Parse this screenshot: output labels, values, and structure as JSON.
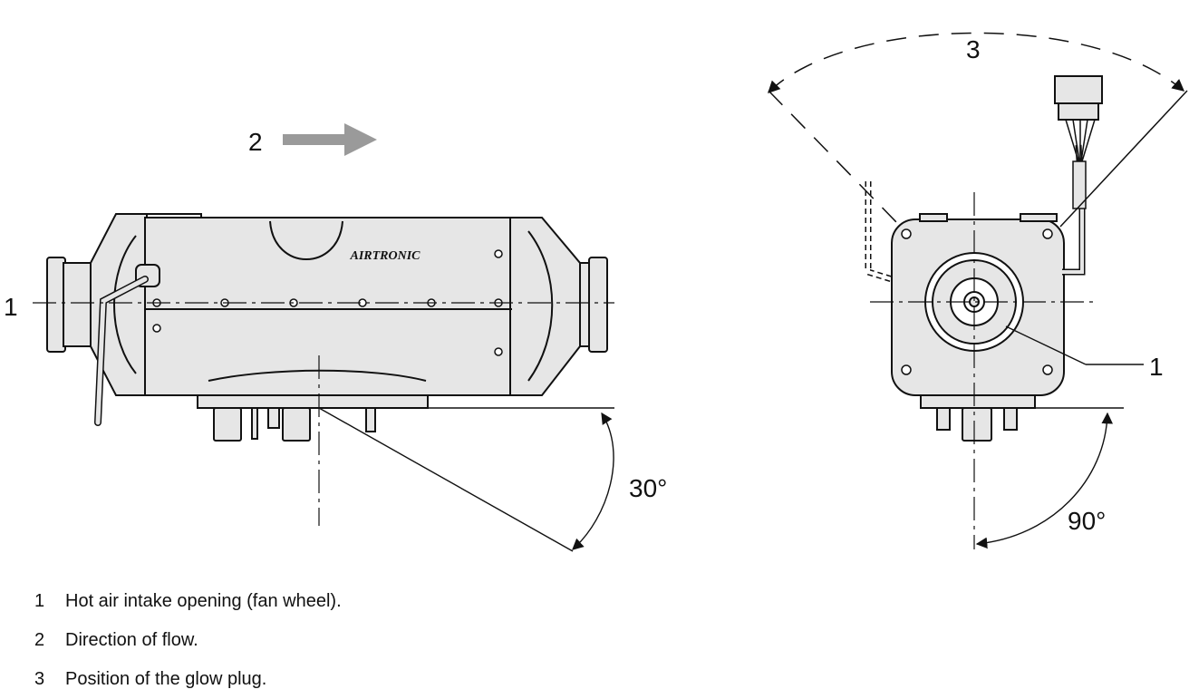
{
  "logo_text": "AIRTRONIC",
  "figure_labels": {
    "side_intake": "1",
    "flow": "2",
    "glow_plug": "3",
    "front_intake": "1",
    "angle_side": "30°",
    "angle_front": "90°"
  },
  "legend": [
    {
      "num": "1",
      "text": "Hot air intake opening (fan wheel)."
    },
    {
      "num": "2",
      "text": "Direction of flow."
    },
    {
      "num": "3",
      "text": "Position of the glow plug."
    }
  ],
  "colors": {
    "body_fill": "#e6e6e6",
    "line": "#111111",
    "arrow": "#9a9a9a"
  }
}
